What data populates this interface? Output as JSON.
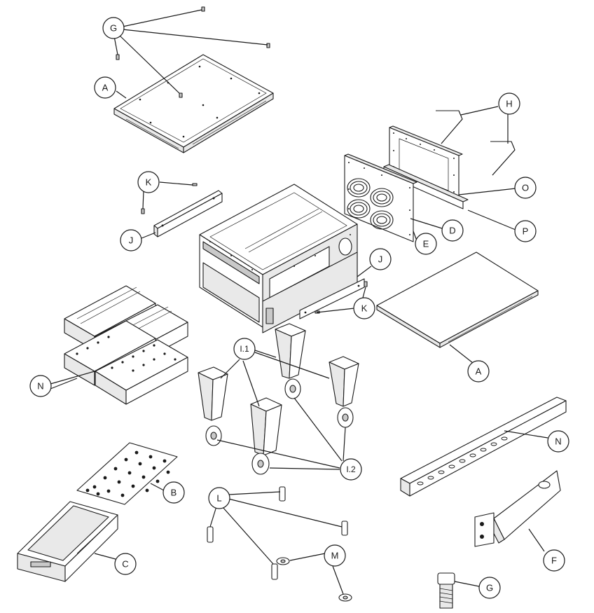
{
  "callouts": {
    "g_top": "G",
    "a_top": "A",
    "h": "H",
    "o": "O",
    "p": "P",
    "d": "D",
    "e": "E",
    "k_left": "K",
    "j_left": "J",
    "j_right": "J",
    "k_right": "K",
    "a_right": "A",
    "n_left": "N",
    "i1": "I.1",
    "i2": "I.2",
    "b": "B",
    "l": "L",
    "m": "M",
    "c": "C",
    "n_right": "N",
    "f": "F",
    "g_bottom": "G"
  }
}
